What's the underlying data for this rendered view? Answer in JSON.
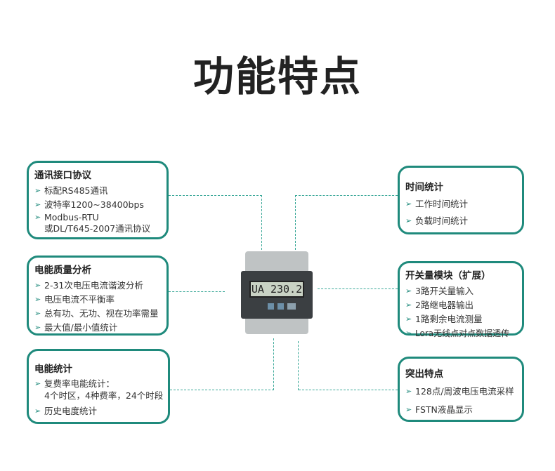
{
  "title": "功能特点",
  "boxes": [
    {
      "heading": "通讯接口协议",
      "items": [
        "标配RS485通讯",
        "波特率1200~38400bps",
        "Modbus-RTU\n或DL/T645-2007通讯协议"
      ]
    },
    {
      "heading": "电能质量分析",
      "items": [
        "2-31次电压电流谐波分析",
        "电压电流不平衡率",
        "总有功、无功、视在功率需量",
        "最大值/最小值统计"
      ]
    },
    {
      "heading": "电能统计",
      "items": [
        "复费率电能统计：\n4个时区，4种费率，24个时段",
        "历史电度统计"
      ]
    },
    {
      "heading": "时间统计",
      "items": [
        "工作时间统计",
        "负载时间统计"
      ]
    },
    {
      "heading": "开关量模块（扩展）",
      "items": [
        "3路开关量输入",
        "2路继电器输出",
        "1路剩余电流测量",
        "Lora无线点对点数据透传"
      ]
    },
    {
      "heading": "突出特点",
      "items": [
        "128点/周波电压电流采样",
        "FSTN液晶显示"
      ]
    }
  ],
  "device": {
    "display": "UA 230.2"
  },
  "colors": {
    "accent": "#1f8a7c"
  }
}
